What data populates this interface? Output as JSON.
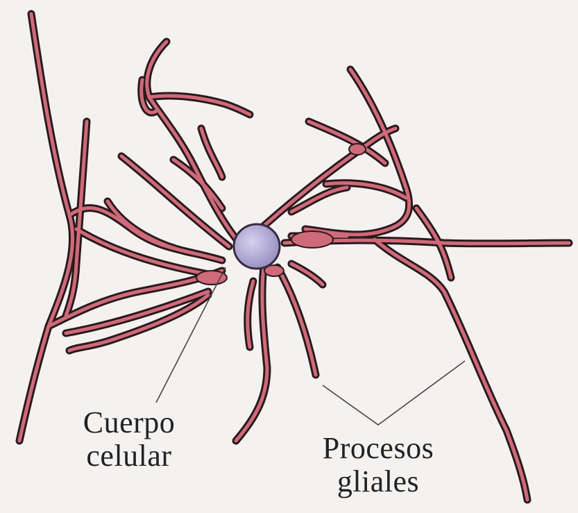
{
  "labels": {
    "cell_body": [
      "Cuerpo",
      "celular"
    ],
    "glial_processes": [
      "Procesos",
      "gliales"
    ]
  },
  "colors": {
    "background": "#f4f2f1",
    "process_outline": "#2a1a1c",
    "process_fill": "#cf6a7a",
    "cell_body": "#a9a3cf",
    "leader_line": "#444444"
  }
}
